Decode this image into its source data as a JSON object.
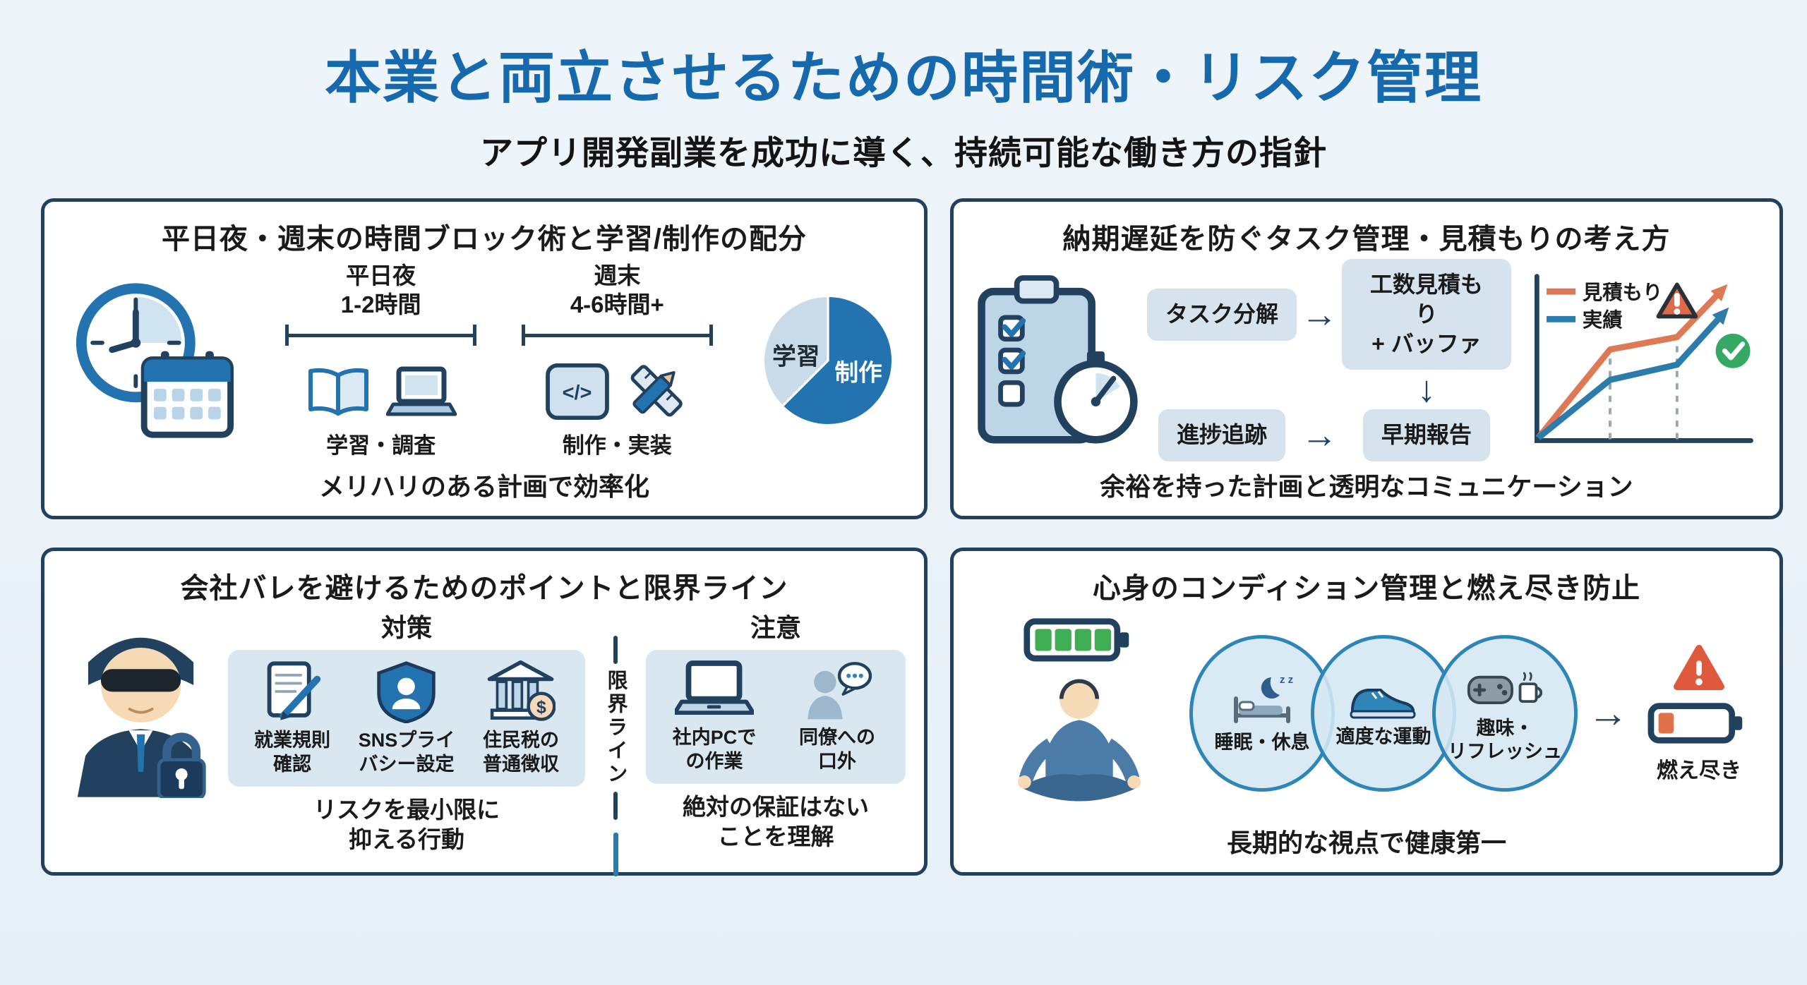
{
  "page": {
    "title": "本業と両立させるための時間術・リスク管理",
    "subtitle": "アプリ開発副業を成功に導く、持続可能な働き方の指針"
  },
  "icons": {
    "arrow_right": "→",
    "arrow_down": "↓",
    "code_glyph": "</>",
    "dollar": "$",
    "sleep_zzz": "z z"
  },
  "panel_time_block": {
    "title": "平日夜・週末の時間ブロック術と学習/制作の配分",
    "weekday": {
      "label": "平日夜",
      "hours": "1-2時間",
      "caption": "学習・調査"
    },
    "weekend": {
      "label": "週末",
      "hours": "4-6時間+",
      "caption": "制作・実装"
    },
    "pie": {
      "label_study": "学習",
      "label_build": "制作"
    },
    "footer": "メリハリのある計画で効率化"
  },
  "panel_task": {
    "title": "納期遅延を防ぐタスク管理・見積もりの考え方",
    "flow": {
      "step_decompose": "タスク分解",
      "step_estimate": "工数見積もり\n+ バッファ",
      "step_track": "進捗追跡",
      "step_report": "早期報告"
    },
    "legend": {
      "estimate": "見積もり",
      "actual": "実績"
    },
    "footer": "余裕を持った計画と透明なコミュニケーション"
  },
  "panel_privacy": {
    "title": "会社バレを避けるためのポイントと限界ライン",
    "measures": {
      "header": "対策",
      "items": [
        "就業規則\n確認",
        "SNSプライ\nバシー設定",
        "住民税の\n普通徴収"
      ],
      "footer": "リスクを最小限に\n抑える行動"
    },
    "limit_line": "限界ライン",
    "caution": {
      "header": "注意",
      "items": [
        "社内PCで\nの作業",
        "同僚への\n口外"
      ],
      "footer": "絶対の保証はない\nことを理解"
    }
  },
  "panel_health": {
    "title": "心身のコンディション管理と燃え尽き防止",
    "circles": [
      "睡眠・休息",
      "適度な運動",
      "趣味・\nリフレッシュ"
    ],
    "burnout_label": "燃え尽き",
    "footer": "長期的な視点で健康第一"
  },
  "chart_data": [
    {
      "type": "pie",
      "labels": [
        "学習",
        "制作"
      ],
      "values": [
        37,
        63
      ],
      "colors": [
        "#c9dbe9",
        "#2273b0"
      ]
    },
    {
      "type": "line",
      "series": [
        {
          "name": "見積もり",
          "color": "#dd7a55",
          "points_norm": [
            [
              0,
              0
            ],
            [
              0.35,
              0.55
            ],
            [
              0.67,
              0.63
            ],
            [
              0.93,
              0.95
            ]
          ]
        },
        {
          "name": "実績",
          "color": "#2b7cab",
          "points_norm": [
            [
              0,
              0
            ],
            [
              0.35,
              0.36
            ],
            [
              0.67,
              0.46
            ],
            [
              0.94,
              0.8
            ]
          ]
        }
      ],
      "annotations": [
        "warning-triangle",
        "check-circle"
      ],
      "axes": {
        "labeled": false
      },
      "legend_position": "top-left"
    }
  ],
  "colors": {
    "background": "#e8f1f8",
    "title_blue": "#1769ad",
    "panel_border": "#22415f",
    "accent_blue": "#2273b0",
    "light_blue_fill": "#d6e3ee",
    "estimate_orange": "#dd7a55",
    "actual_blue": "#2b7cab",
    "warning_red": "#df5a3c",
    "success_green": "#35a864",
    "battery_green": "#3fae52"
  }
}
